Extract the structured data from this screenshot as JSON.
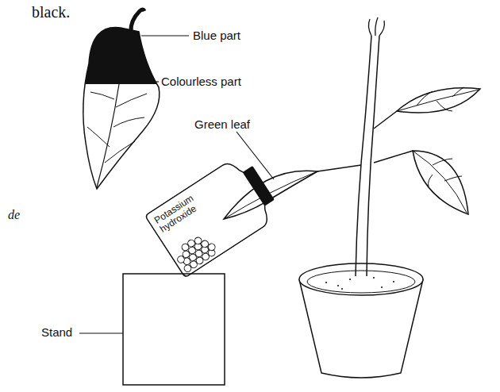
{
  "diagram": {
    "nodes": [
      {
        "text": [
          "Potassium hydroxide"
        ]
      }
    ],
    "labels": [
      "black.",
      "Blue part",
      "Colourless part",
      "Green leaf",
      "de",
      "Stand"
    ]
  }
}
